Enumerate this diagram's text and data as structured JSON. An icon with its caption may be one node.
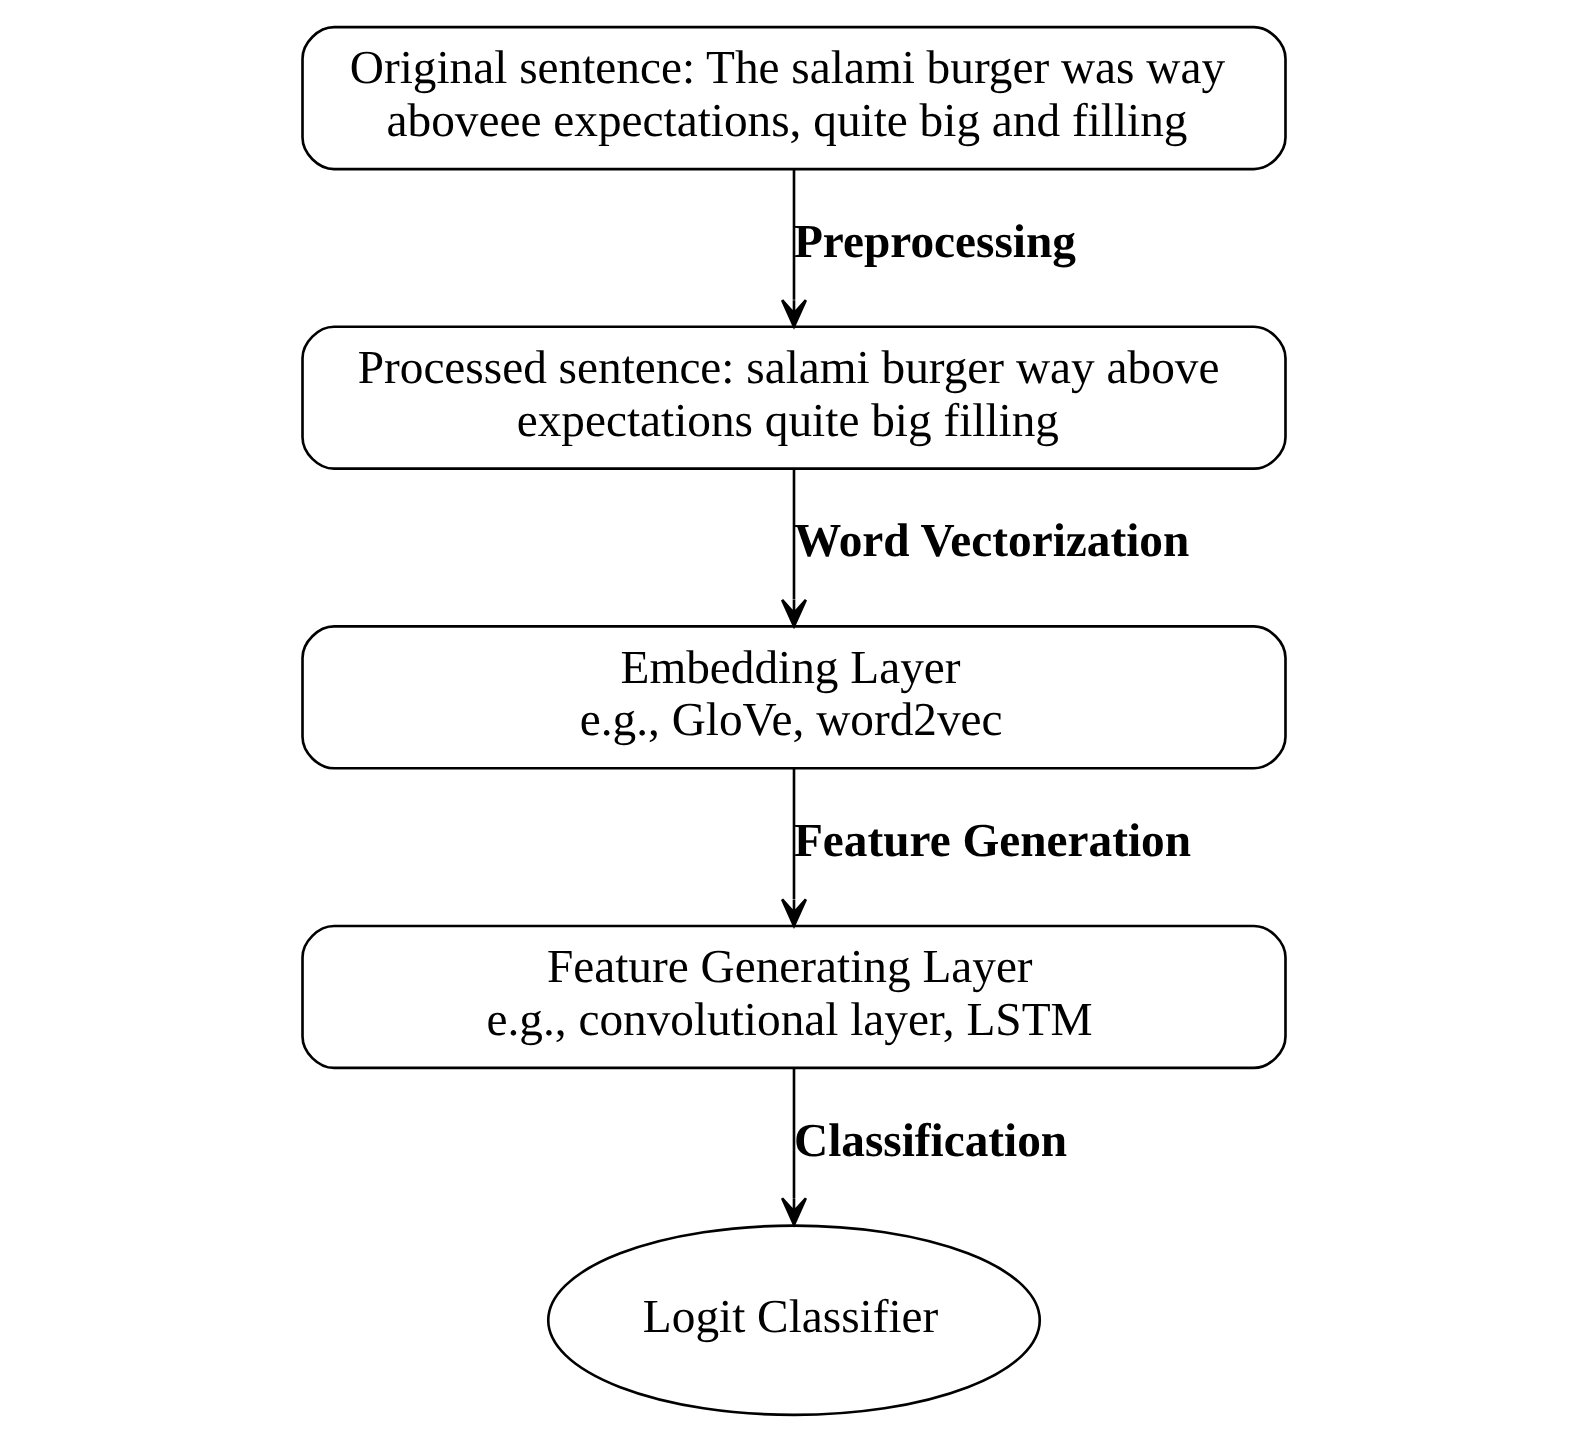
{
  "diagram": {
    "nodes": [
      {
        "text": [
          "Original sentence: The salami burger was way aboveee expectations, quite big and filling"
        ]
      },
      {
        "text": [
          "Processed sentence: salami burger way above expectations quite big filling"
        ]
      },
      {
        "text": [
          "Embedding Layer",
          "e.g., GloVe, word2vec"
        ]
      },
      {
        "text": [
          "Feature Generating Layer",
          "e.g., convolutional layer, LSTM"
        ]
      },
      {
        "text": [
          "Logit Classifier"
        ]
      }
    ],
    "edges": [
      {
        "from": 0,
        "to": 1,
        "arrow": "to",
        "label": "Preprocessing"
      },
      {
        "from": 1,
        "to": 2,
        "arrow": "to",
        "label": "Word Vectorization"
      },
      {
        "from": 2,
        "to": 3,
        "arrow": "to",
        "label": "Feature Generation"
      },
      {
        "from": 3,
        "to": 4,
        "arrow": "to",
        "label": "Classification"
      }
    ]
  }
}
